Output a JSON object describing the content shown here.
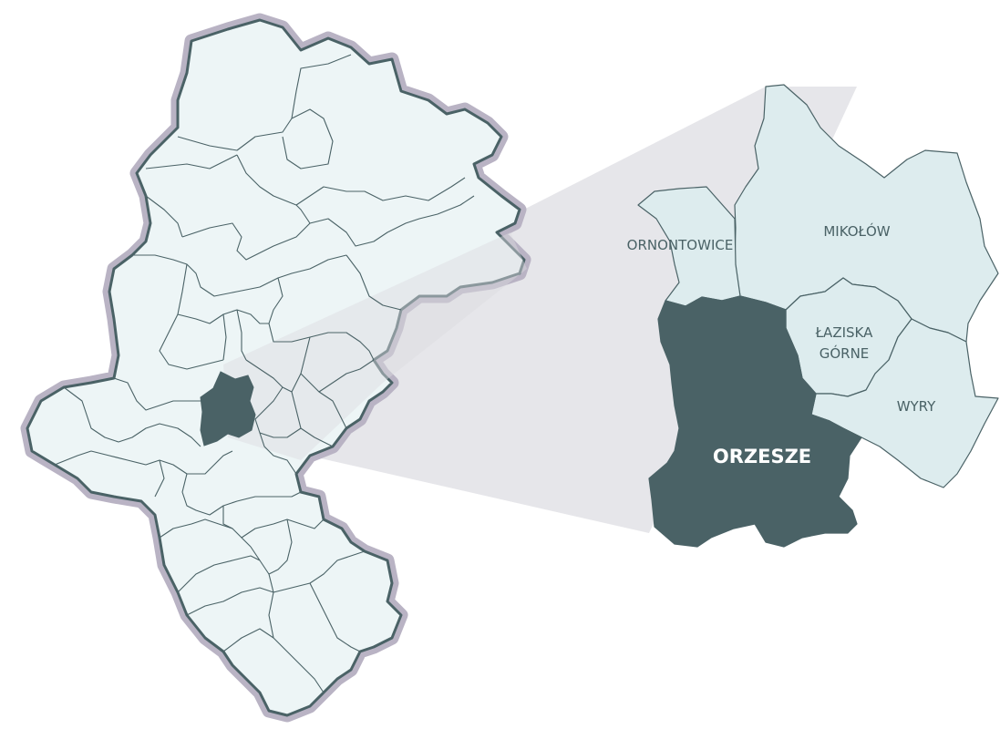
{
  "colors": {
    "province_fill": "#edf5f6",
    "province_border": "#4a6266",
    "province_halo": "#b9b3c4",
    "inner_border": "#4a6266",
    "focus_fill": "#4a6266",
    "neighbor_fill": "#ddecee",
    "zoom_beam": "#dedde3",
    "label": "#4a6266",
    "focus_label": "#ffffff"
  },
  "inset": {
    "focus": {
      "name": "ORZESZE"
    },
    "neighbors": [
      {
        "key": "ornontowice",
        "name": "ORNONTOWICE"
      },
      {
        "key": "mikolow",
        "name": "MIKOŁÓW"
      },
      {
        "key": "laziska_line1",
        "name": "ŁAZISKA"
      },
      {
        "key": "laziska_line2",
        "name": "GÓRNE"
      },
      {
        "key": "wyry",
        "name": "WYRY"
      }
    ]
  }
}
